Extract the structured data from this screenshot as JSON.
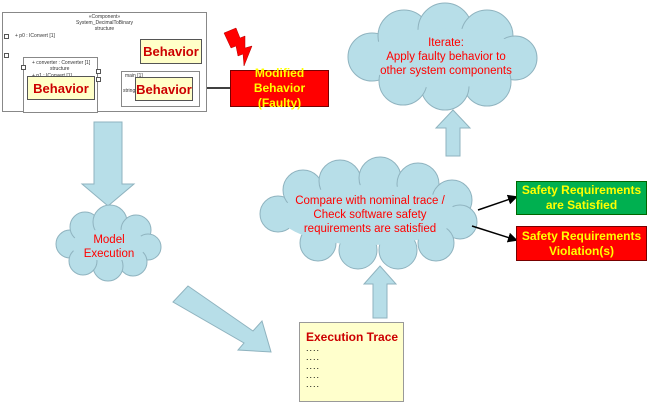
{
  "component": {
    "stereotype": "«Component»",
    "name": "System_DecimalToBinary",
    "structure_label": "structure",
    "port_p0": "+ p0 : IConvert [1]",
    "converter_part": "+ converter : Converter [1]",
    "converter_structure": "structure",
    "port_p1": "+ p1 : IConvert [1]",
    "main_part": "main [1]",
    "string_part": "string [1]",
    "behavior_labels": [
      "Behavior",
      "Behavior",
      "Behavior"
    ]
  },
  "modified_behavior": {
    "line1": "Modified Behavior",
    "line2": "(Faulty)"
  },
  "iterate_cloud": {
    "line1": "Iterate:",
    "line2": "Apply faulty behavior to",
    "line3": "other system components"
  },
  "model_execution": {
    "line1": "Model",
    "line2": "Execution"
  },
  "compare_cloud": {
    "line1": "Compare with nominal trace /",
    "line2": "Check software safety",
    "line3": "requirements are satisfied"
  },
  "satisfied_box": {
    "line1": "Safety Requirements",
    "line2": "are Satisfied"
  },
  "violation_box": {
    "line1": "Safety Requirements",
    "line2": "Violation(s)"
  },
  "execution_trace": {
    "title": "Execution Trace",
    "dots": [
      "....",
      "....",
      "....",
      "....",
      "...."
    ]
  },
  "colors": {
    "cloud": "#b7dee8",
    "arrow": "#b7dee8",
    "fault_red": "#ff0000",
    "ok_green": "#00b050",
    "label_yellow": "#ffff00",
    "trace_bg": "#ffffcc"
  },
  "icons": {
    "fault": "lightning-bolt-icon"
  }
}
